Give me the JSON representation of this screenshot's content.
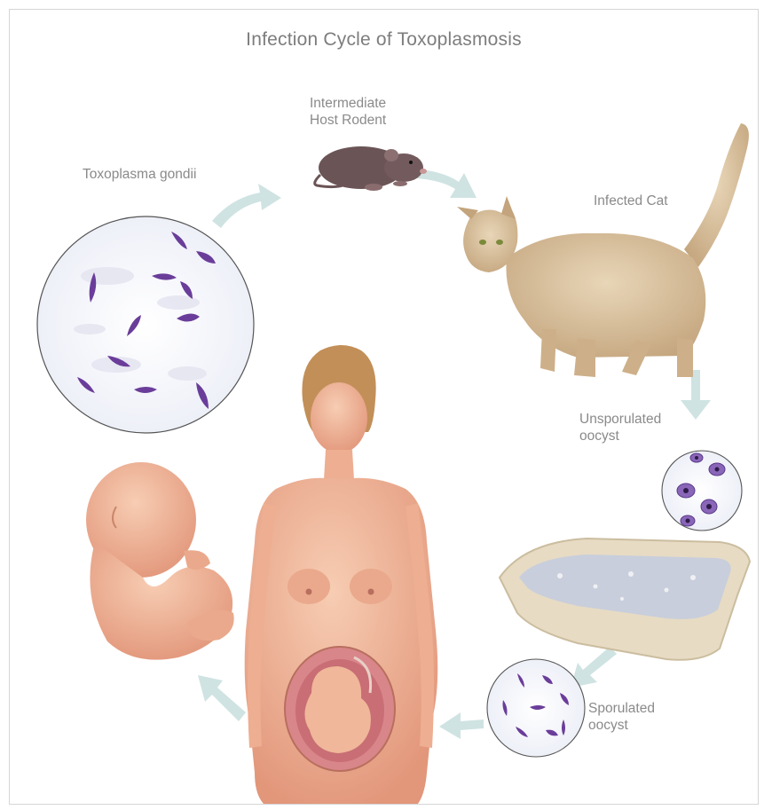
{
  "title": "Infection Cycle of Toxoplasmosis",
  "stages": {
    "toxoplasma": "Toxoplasma gondii",
    "rodent": "Intermediate\nHost Rodent",
    "cat": "Infected Cat",
    "unsporulated": "Unsporulated\noocyst",
    "sporulated": "Sporulated\noocyst"
  },
  "colors": {
    "arrow": "#cfe3e2",
    "parasite": "#6a3d9a",
    "skin": "#f0b79a",
    "cat_fur": "#d7bf9d",
    "rodent": "#6b5456",
    "litter_box": "#e7dbc4",
    "text": "#8a8a8a"
  }
}
